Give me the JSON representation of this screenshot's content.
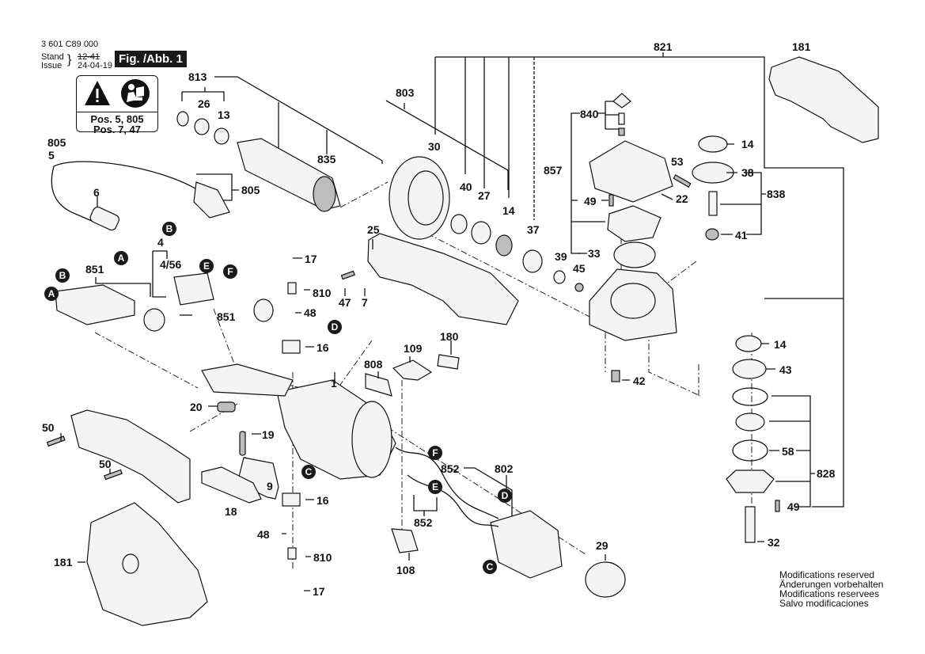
{
  "header": {
    "part_number": "3 601 C89 000",
    "stand_label": "Stand",
    "issue_label": "Issue",
    "stand_value_struck": "12-41",
    "issue_value": "24-04-19",
    "figure_label": "Fig. /Abb. 1"
  },
  "warning_box": {
    "icons": [
      "warning-triangle-icon",
      "read-manual-icon"
    ],
    "lines": [
      "Pos. 5, 805",
      "Pos. 7, 47"
    ]
  },
  "callouts": {
    "c813": "813",
    "c26": "26",
    "c13": "13",
    "c835": "835",
    "c803": "803",
    "c805a": "805",
    "c5": "5",
    "c805b": "805",
    "c6": "6",
    "c4": "4",
    "c4_56": "4/56",
    "c851a": "851",
    "c851b": "851",
    "c17a": "17",
    "c810a": "810",
    "c48a": "48",
    "c16a": "16",
    "c47": "47",
    "c7": "7",
    "c25": "25",
    "c30": "30",
    "c40": "40",
    "c27": "27",
    "c14a": "14",
    "c37": "37",
    "c39": "39",
    "c45": "45",
    "c821": "821",
    "c181a": "181",
    "c840": "840",
    "c857": "857",
    "c53": "53",
    "c22": "22",
    "c49a": "49",
    "c33": "33",
    "c14b": "14",
    "c38": "38",
    "c838": "838",
    "c41": "41",
    "c14c": "14",
    "c43": "43",
    "c42": "42",
    "c58": "58",
    "c828": "828",
    "c49b": "49",
    "c32": "32",
    "c1": "1",
    "c808": "808",
    "c109": "109",
    "c180": "180",
    "c20": "20",
    "c19": "19",
    "c9": "9",
    "c18": "18",
    "c50a": "50",
    "c50b": "50",
    "c16b": "16",
    "c48b": "48",
    "c810b": "810",
    "c17b": "17",
    "c852a": "852",
    "c852b": "852",
    "c802": "802",
    "c108": "108",
    "c29": "29",
    "c181b": "181"
  },
  "connectors": {
    "A1": "A",
    "B1": "B",
    "A2": "A",
    "B2": "B",
    "E1": "E",
    "F1": "F",
    "D1": "D",
    "C1": "C",
    "F2": "F",
    "E2": "E",
    "D2": "D",
    "C2": "C"
  },
  "footer": {
    "notes": [
      "Modifications reserved",
      "Änderungen vorbehalten",
      "Modifications reservees",
      "Salvo modificaciones"
    ]
  }
}
